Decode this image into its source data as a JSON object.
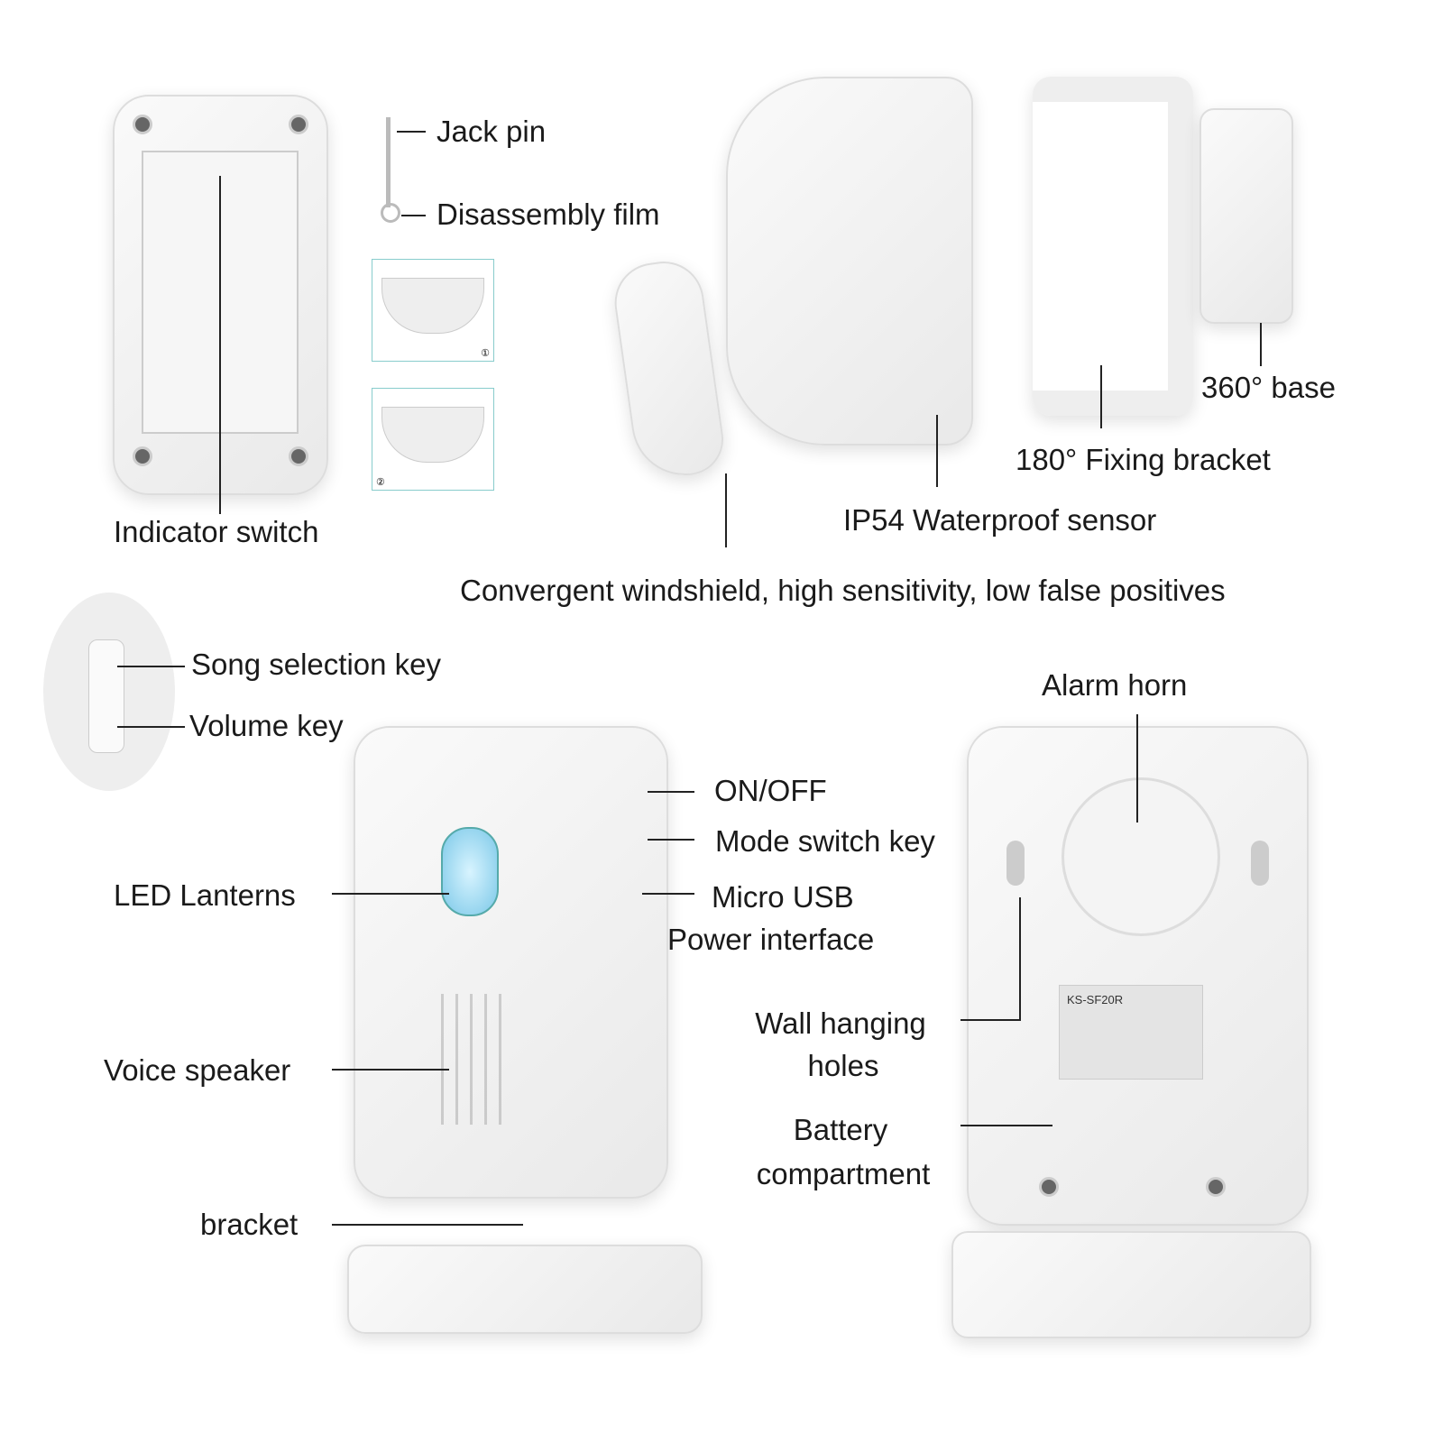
{
  "labels": {
    "jack_pin": "Jack pin",
    "disassembly_film": "Disassembly film",
    "indicator_switch": "Indicator switch",
    "base_360": "360° base",
    "fixing_bracket": "180° Fixing bracket",
    "waterproof_sensor": "IP54 Waterproof sensor",
    "windshield": "Convergent windshield, high sensitivity, low false positives",
    "song_selection_key": "Song selection key",
    "volume_key": "Volume key",
    "alarm_horn": "Alarm horn",
    "on_off": "ON/OFF",
    "mode_switch_key": "Mode switch key",
    "led_lanterns": "LED Lanterns",
    "micro_usb": "Micro USB",
    "power_interface": "Power interface",
    "wall_hanging": "Wall hanging",
    "holes": "holes",
    "voice_speaker": "Voice speaker",
    "battery": "Battery",
    "compartment": "compartment",
    "bracket": "bracket"
  },
  "inset_marks": [
    "①",
    "②"
  ],
  "product_label": "KS-SF20R"
}
